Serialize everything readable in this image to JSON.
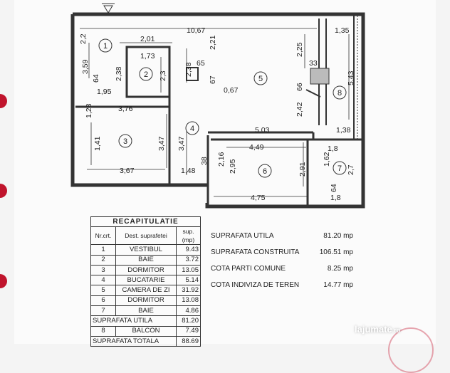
{
  "plan": {
    "dims": {
      "total_width": "10,67",
      "right_width": "1,35",
      "top_left": "2,2",
      "vestibul_h": "3,59",
      "baie_w": "2,01",
      "baie_inner_w": "1,73",
      "baie_h_left": "2,38",
      "baie_h_right": "2,3",
      "niche_h": "2,38",
      "niche_w": "65",
      "niche_d": "67",
      "top_wall": "2,21",
      "right_top": "2,25",
      "right_col_w": "33",
      "corr_w": "66",
      "right_h": "5,43",
      "side_64": "64",
      "w_195": "1,95",
      "w_067": "0,67",
      "dorm_w": "3,76",
      "h_128": "1,28",
      "h_242": "2,42",
      "bucat_w": "5,03",
      "w_138": "1,38",
      "h_141": "1,41",
      "h_347": "3,47",
      "h_347b": "3,47",
      "dorm6_w": "4,49",
      "baie7_w": "1,8",
      "h_216": "2,16",
      "h_295": "2,95",
      "h_291": "2,91",
      "h_162": "1,62",
      "h_27": "2,7",
      "dorm_bottom": "3,67",
      "w_148": "1,48",
      "h_38": "38",
      "dorm6_bottom": "4,75",
      "baie7_bottom": "1,8",
      "h_64b": "64"
    },
    "room_numbers": [
      "1",
      "2",
      "3",
      "4",
      "5",
      "6",
      "7",
      "8"
    ]
  },
  "recap": {
    "title": "RECAPITULATIE",
    "headers": [
      "Nr.crt.",
      "Dest. suprafetei",
      "sup.(mp)"
    ],
    "rows": [
      [
        "1",
        "VESTIBUL",
        "9.43"
      ],
      [
        "2",
        "BAIE",
        "3.72"
      ],
      [
        "3",
        "DORMITOR",
        "13.05"
      ],
      [
        "4",
        "BUCATARIE",
        "5.14"
      ],
      [
        "5",
        "CAMERA DE ZI",
        "31.92"
      ],
      [
        "6",
        "DORMITOR",
        "13.08"
      ],
      [
        "7",
        "BAIE",
        "4.86"
      ]
    ],
    "util_label": "SUPRAFATA UTILA",
    "util_value": "81.20",
    "balcon_row": [
      "8",
      "BALCON",
      "7.49"
    ],
    "total_label": "SUPRAFATA TOTALA",
    "total_value": "88.69"
  },
  "summary": [
    {
      "label": "SUPRAFATA UTILA",
      "value": "81.20 mp"
    },
    {
      "label": "SUPRAFATA CONSTRUITA",
      "value": "106.51 mp"
    },
    {
      "label": "COTA PARTI COMUNE",
      "value": "8.25 mp"
    },
    {
      "label": "COTA  INDIVIZA DE TEREN",
      "value": "14.77 mp"
    }
  ],
  "watermark": {
    "brand": "lajumate",
    "suffix": ".ro"
  }
}
